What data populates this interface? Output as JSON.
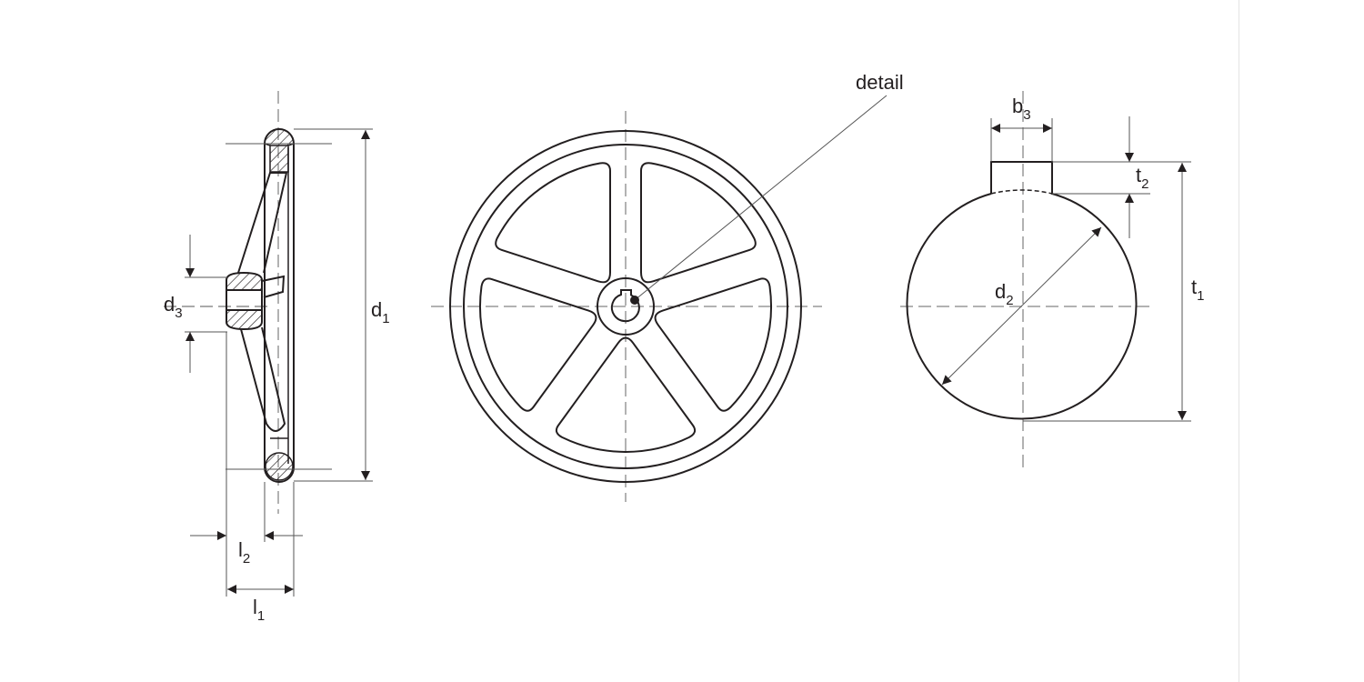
{
  "labels": {
    "d1": {
      "main": "d",
      "sub": "1"
    },
    "d2": {
      "main": "d",
      "sub": "2"
    },
    "d3": {
      "main": "d",
      "sub": "3"
    },
    "l1": {
      "main": "l",
      "sub": "1"
    },
    "l2": {
      "main": "l",
      "sub": "2"
    },
    "b3": {
      "main": "b",
      "sub": "3"
    },
    "t1": {
      "main": "t",
      "sub": "1"
    },
    "t2": {
      "main": "t",
      "sub": "2"
    },
    "detail": "detail"
  },
  "wheel": {
    "spokes": 5
  },
  "colors": {
    "line": "#231f20"
  }
}
